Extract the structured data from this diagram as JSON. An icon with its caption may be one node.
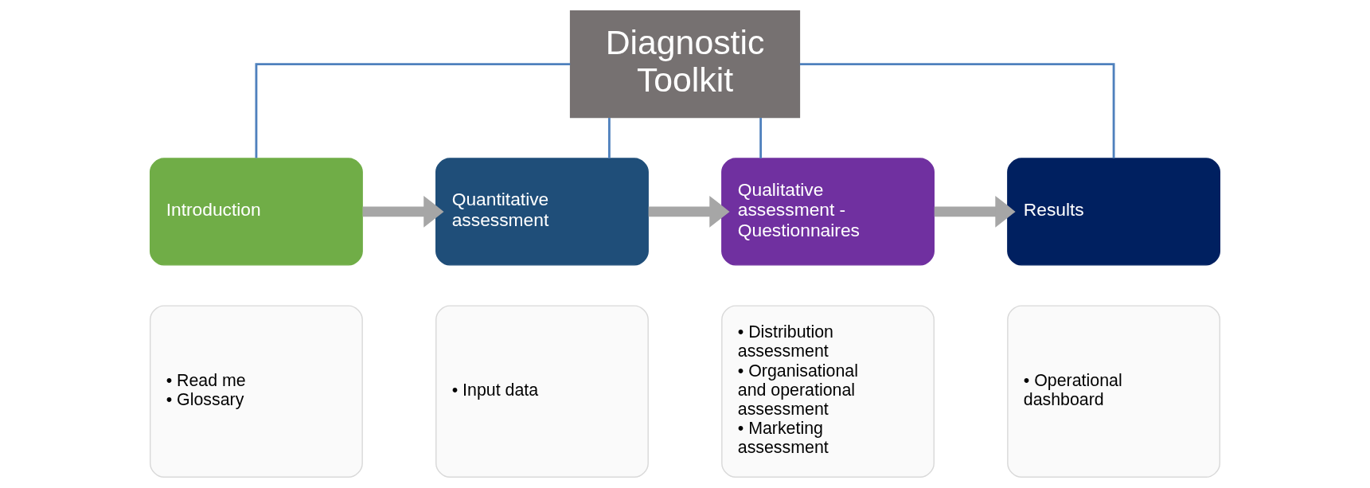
{
  "diagram": {
    "nodes": [
      {
        "text": [
          "Diagnostic Toolkit"
        ]
      },
      {
        "text": [
          "Introduction"
        ]
      },
      {
        "text": [
          "• Read me",
          "• Glossary"
        ]
      },
      {
        "text": [
          "Quantitative assessment"
        ]
      },
      {
        "text": [
          "• Input data"
        ]
      },
      {
        "text": [
          "Qualitative assessment - Questionnaires"
        ]
      },
      {
        "text": [
          "• Distribution assessment",
          "• Organisational and operational assessment",
          "• Marketing assessment"
        ]
      },
      {
        "text": [
          "Results"
        ]
      },
      {
        "text": [
          "• Operational dashboard"
        ]
      }
    ],
    "edges": [
      {
        "from": 0,
        "to": 1,
        "arrow": "none"
      },
      {
        "from": 0,
        "to": 3,
        "arrow": "none"
      },
      {
        "from": 0,
        "to": 5,
        "arrow": "none"
      },
      {
        "from": 0,
        "to": 7,
        "arrow": "none"
      },
      {
        "from": 1,
        "to": 3,
        "arrow": "to",
        "style": "thick",
        "color": "#a6a6a6"
      },
      {
        "from": 3,
        "to": 5,
        "arrow": "to",
        "style": "thick",
        "color": "#a6a6a6"
      },
      {
        "from": 5,
        "to": 7,
        "arrow": "to",
        "style": "thick",
        "color": "#a6a6a6"
      }
    ]
  }
}
